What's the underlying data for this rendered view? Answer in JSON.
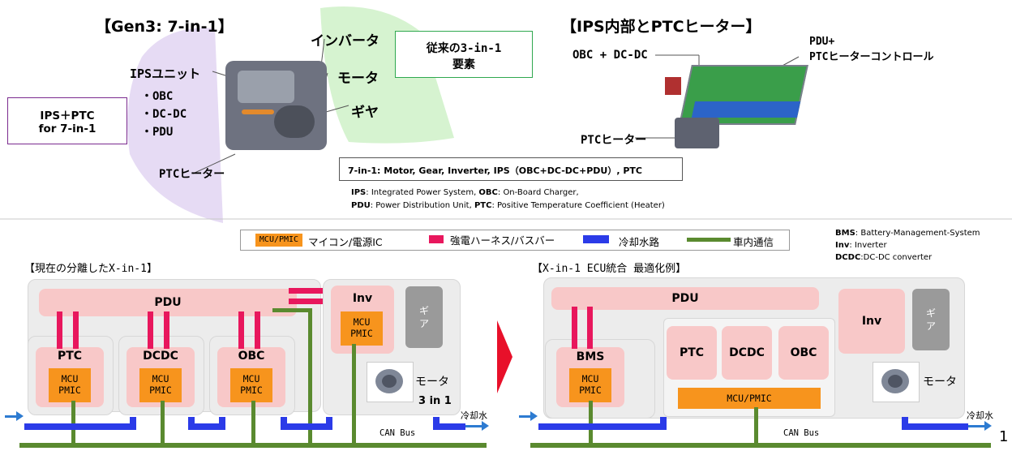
{
  "top_left": {
    "title": "【Gen3: 7-in-1】",
    "ips_ptc_box": [
      "IPS＋PTC",
      "for 7-in-1"
    ],
    "ips_unit": "IPSユニット",
    "ips_items": [
      "・OBC",
      "・DC-DC",
      "・PDU"
    ],
    "ptc_heater": "PTCヒーター",
    "inverter": "インバータ",
    "motor": "モータ",
    "gear": "ギヤ",
    "traditional_box": [
      "従来の3-in-1",
      "要素"
    ]
  },
  "top_right": {
    "title": "【IPS内部とPTCヒーター】",
    "obc_dcdc": "OBC + DC-DC",
    "pdu_ptc_ctrl": [
      "PDU+",
      "PTCヒーターコントロール"
    ],
    "ptc_heater": "PTCヒーター"
  },
  "definition_box": "7-in-1:  Motor, Gear, Inverter, IPS（OBC+DC-DC+PDU）, PTC",
  "abbreviations": [
    {
      "term": "IPS",
      "desc": ": Integrated Power System, ",
      "term2": "OBC",
      "desc2": ": On-Board Charger,"
    },
    {
      "term": "PDU",
      "desc": ": Power Distribution Unit, ",
      "term2": "PTC",
      "desc2": ": Positive Temperature Coefficient (Heater)"
    }
  ],
  "legend": {
    "mcu_chip": "MCU/PMIC",
    "mcu_label": "マイコン/電源IC",
    "harness_label": "強電ハーネス/バスバー",
    "cooling_label": "冷却水路",
    "comm_label": "車内通信",
    "colors": {
      "mcu": "#f7941d",
      "harness": "#e8175d",
      "cooling": "#2b3be8",
      "comm": "#5a8a2f"
    }
  },
  "glossary": [
    {
      "term": "BMS",
      "desc": ": Battery-Management-System"
    },
    {
      "term": "Inv",
      "desc": ": Inverter"
    },
    {
      "term": "DCDC",
      "desc": ":DC-DC converter"
    }
  ],
  "left_diagram": {
    "title": "【現在の分離したX-in-1】",
    "pdu": "PDU",
    "modules": [
      "PTC",
      "DCDC",
      "OBC"
    ],
    "inv": "Inv",
    "chip": [
      "MCU",
      "PMIC"
    ],
    "gear": [
      "ギ",
      "ア"
    ],
    "motor": "モータ",
    "three_in_one": "3 in 1",
    "coolant": "冷却水",
    "can_bus": "CAN Bus"
  },
  "right_diagram": {
    "title": "【X-in-1 ECU統合 最適化例】",
    "pdu": "PDU",
    "bms": "BMS",
    "chip": [
      "MCU",
      "PMIC"
    ],
    "modules": [
      "PTC",
      "DCDC",
      "OBC"
    ],
    "inv": "Inv",
    "gear": [
      "ギ",
      "ア"
    ],
    "mcu_bar": "MCU/PMIC",
    "motor": "モータ",
    "coolant": "冷却水",
    "can_bus": "CAN Bus"
  },
  "page_number": "1"
}
